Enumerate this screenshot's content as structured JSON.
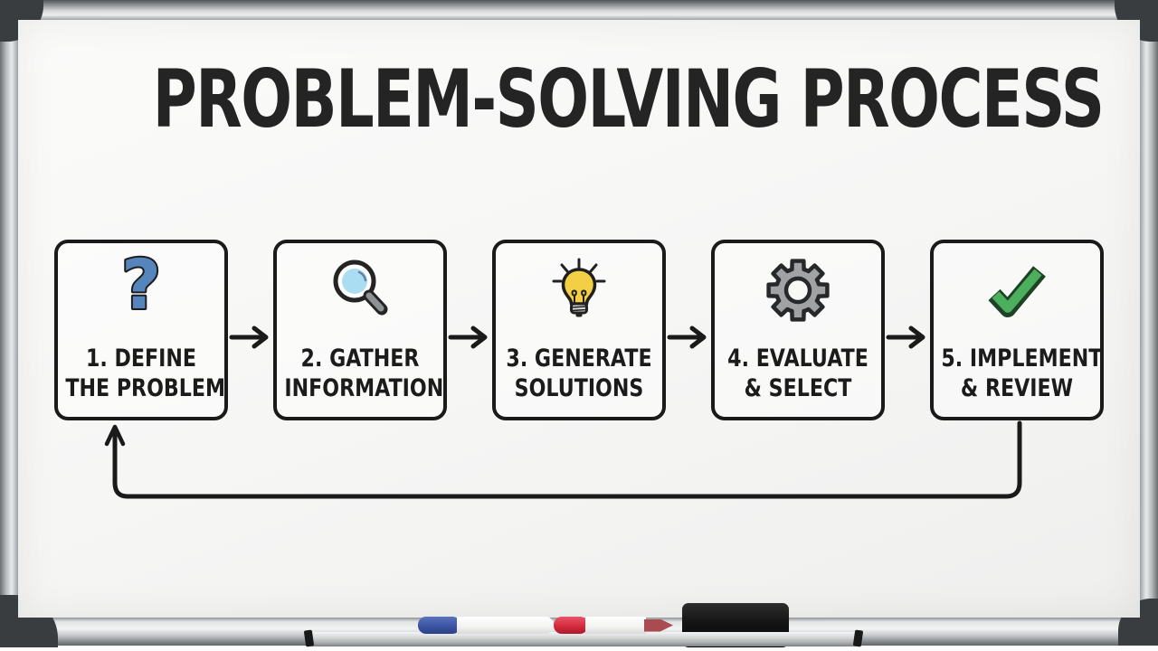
{
  "board": {
    "title": "PROBLEM-SOLVING PROCESS"
  },
  "steps": [
    {
      "line1": "1. DEFINE",
      "line2": "THE PROBLEM",
      "icon": "question-mark-icon",
      "icon_glyph": "?",
      "icon_color": "#5585bb"
    },
    {
      "line1": "2. GATHER",
      "line2": "INFORMATION",
      "icon": "magnifier-icon",
      "icon_color": "#aadcf2"
    },
    {
      "line1": "3. GENERATE",
      "line2": "SOLUTIONS",
      "icon": "lightbulb-icon",
      "icon_color": "#f2cf45"
    },
    {
      "line1": "4. EVALUATE",
      "line2": "& SELECT",
      "icon": "gear-icon",
      "icon_color": "#a0a2a4"
    },
    {
      "line1": "5. IMPLEMENT",
      "line2": "& REVIEW",
      "icon": "checkmark-icon",
      "icon_color": "#4caf5e"
    }
  ],
  "flow": {
    "connector_style": "right-arrow",
    "feedback_loop": "from step 5 back to step 1"
  },
  "colors": {
    "ink": "#1a1a1a",
    "question_blue": "#5585bb",
    "magnifier_lens": "#aadcf2",
    "bulb_yellow": "#f2cf45",
    "gear_gray": "#a0a2a4",
    "check_green": "#4caf5e",
    "marker_cap_blue": "#3c55a4",
    "marker_cap_red": "#d62b3c",
    "marker_tip_red": "#a94b50",
    "eraser_black": "#151515",
    "frame_silver": "#c6c9cb"
  },
  "tray": {
    "items": [
      "blue-capped-marker",
      "red-capped-marker",
      "whiteboard-eraser"
    ]
  }
}
